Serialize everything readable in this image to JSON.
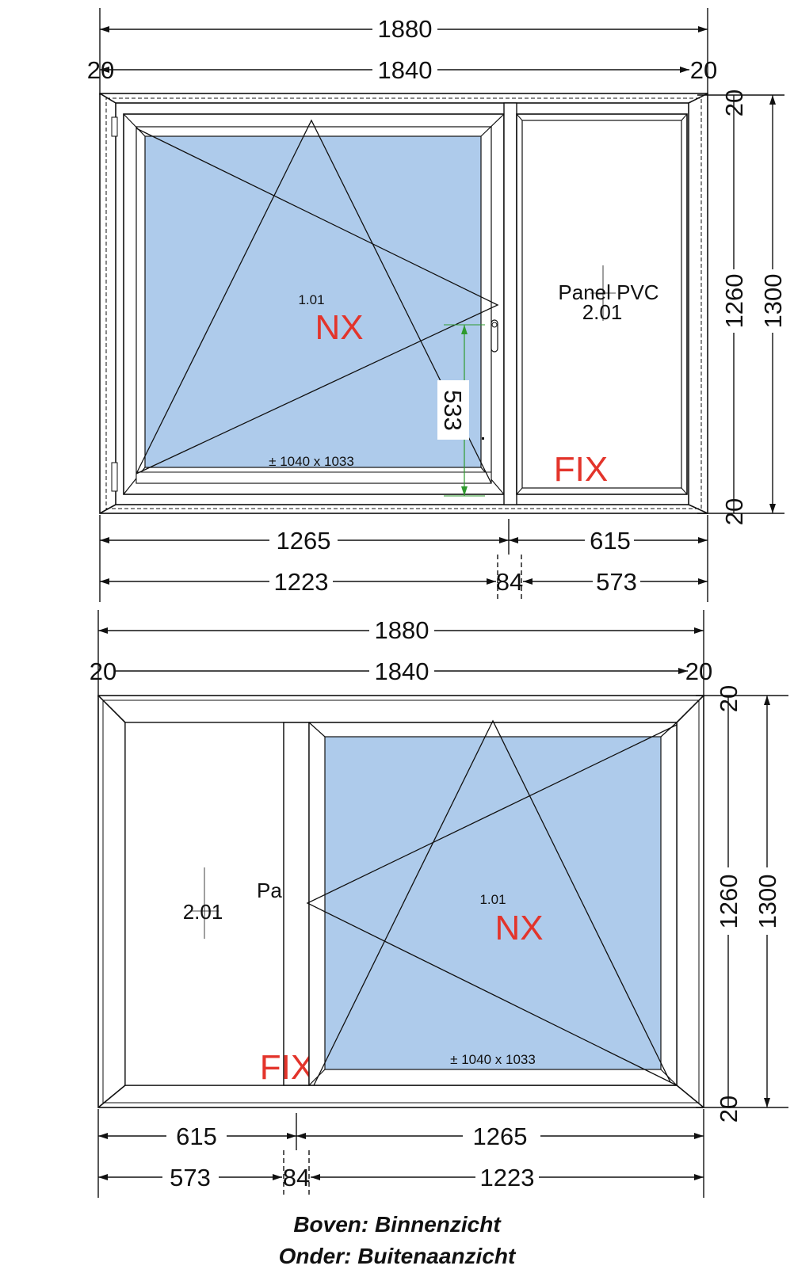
{
  "top_view": {
    "overall_width": "1880",
    "side_left": "20",
    "inner_width": "1840",
    "side_right": "20",
    "height_top": "20",
    "height_inner": "1260",
    "height_overall": "1300",
    "height_bottom": "20",
    "sash_width": "1265",
    "fixed_width": "615",
    "glass_width_left": "1223",
    "mullion": "84",
    "glass_width_right": "573",
    "handle_height": "533",
    "sash_code": "1.01",
    "sash_type": "NX",
    "glass_size": "± 1040 x 1033",
    "panel_label": "Panel PVC",
    "panel_code": "2.01",
    "fixed_label": "FIX"
  },
  "bottom_view": {
    "overall_width": "1880",
    "side_left": "20",
    "inner_width": "1840",
    "side_right": "20",
    "height_top": "20",
    "height_inner": "1260",
    "height_overall": "1300",
    "height_bottom": "20",
    "fixed_width": "615",
    "sash_width": "1265",
    "glass_width_left": "573",
    "mullion": "84",
    "glass_width_right": "1223",
    "panel_label": "Pa",
    "panel_code": "2.01",
    "sash_code": "1.01",
    "sash_type": "NX",
    "glass_size": "± 1040 x 1033",
    "fixed_label": "FIX"
  },
  "captions": {
    "line1": "Boven: Binnenzicht",
    "line2": "Onder: Buitenaanzicht"
  },
  "colors": {
    "glass": "#aecbeb",
    "label_red": "#e3342b",
    "dimension_green": "#2e9a2e"
  }
}
